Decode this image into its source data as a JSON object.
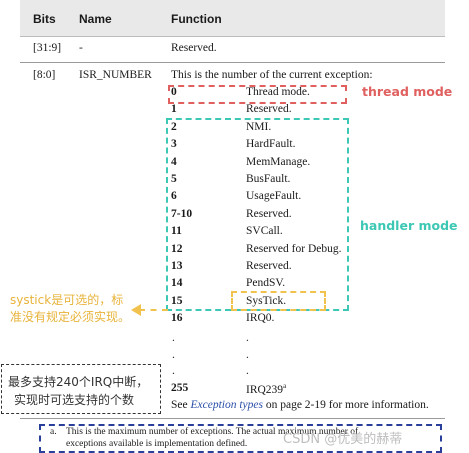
{
  "table": {
    "headers": {
      "bits": "Bits",
      "name": "Name",
      "function": "Function"
    },
    "reserved_row": {
      "bits": "[31:9]",
      "name": "-",
      "function": "Reserved."
    },
    "isr_row": {
      "bits": "[8:0]",
      "name": "ISR_NUMBER",
      "intro": "This is the number of the current exception:"
    },
    "exceptions": [
      {
        "num": "0",
        "desc": "Thread mode."
      },
      {
        "num": "1",
        "desc": "Reserved."
      },
      {
        "num": "2",
        "desc": "NMI."
      },
      {
        "num": "3",
        "desc": "HardFault."
      },
      {
        "num": "4",
        "desc": "MemManage."
      },
      {
        "num": "5",
        "desc": "BusFault."
      },
      {
        "num": "6",
        "desc": "UsageFault."
      },
      {
        "num": "7-10",
        "desc": "Reserved."
      },
      {
        "num": "11",
        "desc": "SVCall."
      },
      {
        "num": "12",
        "desc": "Reserved for Debug."
      },
      {
        "num": "13",
        "desc": "Reserved."
      },
      {
        "num": "14",
        "desc": "PendSV."
      },
      {
        "num": "15",
        "desc": "SysTick."
      },
      {
        "num": "16",
        "desc": "IRQ0."
      }
    ],
    "dots": ".",
    "last": {
      "num": "255",
      "desc": "IRQ239",
      "sup": "a"
    },
    "see_prefix": "See ",
    "see_link": "Exception types",
    "see_suffix": " on page 2-19 for more information."
  },
  "footnote": {
    "marker": "a.",
    "line1": "This is the maximum number of exceptions. The actual maximum number of",
    "line2": "exceptions available is implementation defined."
  },
  "annotations": {
    "thread_mode": "thread mode",
    "handler_mode": "handler mode",
    "systick_note_line1": "systick是可选的，标",
    "systick_note_line2": "准没有规定必须实现。",
    "irq_note_line1": "最多支持240个IRQ中断，",
    "irq_note_line2": "实现时可选支持的个数"
  },
  "watermark": "CSDN @优美的赫蒂",
  "colors": {
    "thread": "#e06060",
    "handler": "#3cc8b4",
    "systick": "#f2c24f",
    "irq_note": "#333333",
    "footnote_box": "#2a3f9a"
  }
}
